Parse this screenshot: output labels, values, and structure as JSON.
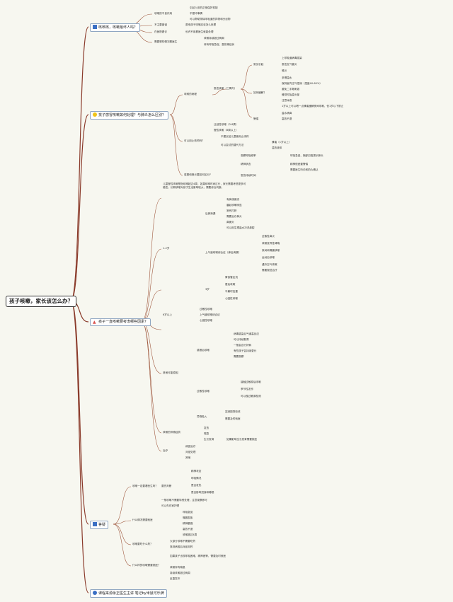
{
  "root": "孩子咳嗽，家长该怎么办？",
  "topics": [
    {
      "label": "咳咳咳，咳嗽最坏人吗？",
      "icon": "blue-square-icon",
      "color": "#3a6fc4"
    },
    {
      "label": "孩子感冒咳嗽如何处理？与肺炎怎么区别？",
      "icon": "lightbulb-icon",
      "color": "#f0c419"
    },
    {
      "label": "孩子一直咳嗽要考虑哪些因素？",
      "icon": "warning-icon",
      "color": "#d9534f"
    },
    {
      "label": "答疑",
      "icon": "blue-square-icon",
      "color": "#3a6fc4"
    },
    {
      "label": "课程来源余正医生主讲 笔记by米鼠可乐牌",
      "icon": "lightbulb-icon",
      "color": "#3a6fc4"
    }
  ],
  "t1": {
    "b1": "咳嗽的不良作用",
    "b1a": "引起人体的正常保护机制",
    "b1b": "不是坏事情",
    "b1c": "可以帮助排除呼吸道的异物和分泌物",
    "b2": "不主要错误",
    "b2a": "原来孩子咳嗽应该怎么处理",
    "b3": "在医院看诊",
    "b3a": "也许不用看医生就能处理",
    "b4": "需要哪些情况看医生",
    "b4a": "咳嗽持续超过两周",
    "b4b": "伴有呼吸急促、高热等症状"
  },
  "t2": {
    "a": "咳嗽的病程",
    "a1": "急性咳嗽（三周内）",
    "a1a": "常见引起",
    "a1a1": "上呼吸道病毒感染",
    "a1a2": "急性支气管炎",
    "a1a3": "喉炎",
    "a1b": "如何缓解？",
    "a1b1": "多喝温水",
    "a1b2": "保持室内空气湿润（湿度40-60%）",
    "a1b3": "避免二手烟刺激",
    "a1b4": "睡觉时抬高头部",
    "a1b5": "注意休息",
    "a1b6": "1岁以上可以喝一点蜂蜜缓解夜间咳嗽，但1岁以下禁止",
    "a1b7": "盐水滴鼻",
    "a1c": "警惕",
    "a1c1": "高热不退",
    "a2": "迁延性咳嗽（3-8周）",
    "a3": "慢性咳嗽（8周以上）",
    "b": "可以用止咳药吗？",
    "b1": "不建议给儿童使用止咳药",
    "b2": "可以尝试的替代方法",
    "b2a": "蜂蜜（1岁以上）",
    "b2b": "温热液体",
    "c": "感冒和肺炎要如何区分？",
    "c1": "观察呼吸频率",
    "c1a": "呼吸急促、胸部凹陷提示肺炎",
    "c2": "精神状态",
    "c2a": "精神很差要警惕",
    "c2b": "需要医生听诊和拍片确认",
    "c3": "发热持续时间"
  },
  "t3": {
    "intro": "儿童慢性咳嗽是指咳嗽超过4周，如果咳嗽时间过长，家长需要考虑更多可能性。长期咳嗽对孩子生活影响较大，需要综合判断。",
    "a": "1-2岁",
    "a1": "后鼻滴漏",
    "a1a": "有鼻涕倒流",
    "a1b": "晨起咳嗽明显",
    "a1c": "常有打鼾",
    "a1d": "需要治疗鼻炎",
    "a1e": "鼻窦炎",
    "a1f": "可以用生理盐水冲洗鼻腔",
    "a2": "上气道咳嗽综合征（鼻后滴漏）",
    "a2a": "过敏性鼻炎",
    "a2b": "咳嗽变异性哮喘",
    "a2c": "夜间和清晨咳嗽",
    "a2d": "运动后咳嗽",
    "a2e": "遇冷空气咳嗽",
    "a2f": "需要规范治疗",
    "a3": "3岁",
    "a3a": "胃食管反流",
    "a3b": "餐后咳嗽",
    "a3c": "平躺时加重",
    "a3d": "心因性咳嗽",
    "b": "6岁以上",
    "b1": "过敏性咳嗽",
    "b2": "上气道咳嗽综合征",
    "b3": "心因性咳嗽",
    "c": "其他可能原因",
    "c1": "感冒后咳嗽",
    "c1a": "病毒感染后气道高反应",
    "c1b": "可以持续数周",
    "c1c": "一般会自行好转",
    "c1d": "有些孩子会持续更长",
    "c1e": "需要观察",
    "c2": "过敏性咳嗽",
    "c2a": "接触过敏原后咳嗽",
    "c2b": "季节性发作",
    "c2c": "可以做过敏原检测",
    "c3": "异物吸入",
    "c3a": "突然剧烈呛咳",
    "c3b": "需要及时就医",
    "d": "咳嗽的伴随症状",
    "d1": "发热",
    "d2": "喘息",
    "d3": "生长发育",
    "d3a": "如果影响生长发育需要就医",
    "e": "治疗",
    "e1": "病因治疗",
    "e2": "对症处理",
    "e3": "其他"
  },
  "t4": {
    "a": "咳嗽一定要看医生吗？",
    "a1": "要先判断",
    "a1a": "精神状态",
    "a1b": "呼吸情况",
    "a1c": "是否发热",
    "a1d": "是否影响进食和睡眠",
    "a2": "一般咳嗽不需要特别处理，注意观察即可",
    "a3": "可以先在家护理",
    "b": "什么情况需要就医",
    "b1": "呼吸急促",
    "b2": "嘴唇发紫",
    "b3": "精神萎靡",
    "b4": "高热不退",
    "b5": "咳嗽超过4周",
    "c": "咳嗽要吃什么药？",
    "c1": "大部分咳嗽不需要吃药",
    "c2": "找到病因后对症用药",
    "d": "什么样的咳嗽需要就医？",
    "d1": "如果孩子出现呼吸困难、精神差等，需要及时就医",
    "d2": "咳嗽伴有喘息",
    "d3": "持续咳嗽超过两周",
    "d4": "反复发作"
  }
}
